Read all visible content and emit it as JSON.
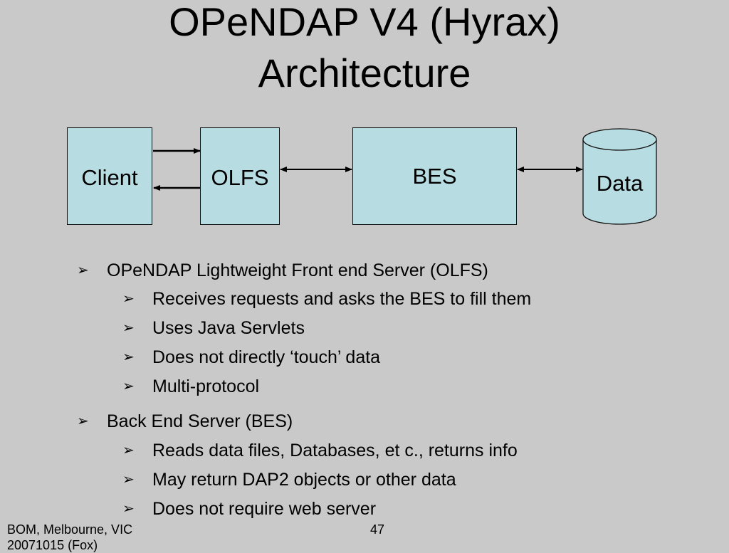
{
  "slide": {
    "title_line1": "OPeNDAP V4 (Hyrax)",
    "title_line2": "Architecture"
  },
  "diagram": {
    "client_label": "Client",
    "olfs_label": "OLFS",
    "bes_label": "BES",
    "data_label": "Data",
    "box_color": "#b7dde3"
  },
  "bullets": {
    "olfs": {
      "heading": "OPeNDAP Lightweight Front end Server (OLFS)",
      "items": [
        "Receives requests and asks the BES to fill them",
        "Uses Java Servlets",
        "Does not directly ‘touch’ data",
        "Multi-protocol"
      ]
    },
    "bes": {
      "heading": "Back End Server (BES)",
      "items": [
        "Reads data files, Databases, et c., returns info",
        "May return DAP2 objects or other data",
        "Does not require web server"
      ]
    },
    "marker_icon": "arrowhead-bullet-icon"
  },
  "footer": {
    "left_line1": "BOM, Melbourne, VIC",
    "left_line2": "20071015 (Fox)",
    "page_number": "47"
  },
  "colors": {
    "background": "#c9c9c9"
  }
}
